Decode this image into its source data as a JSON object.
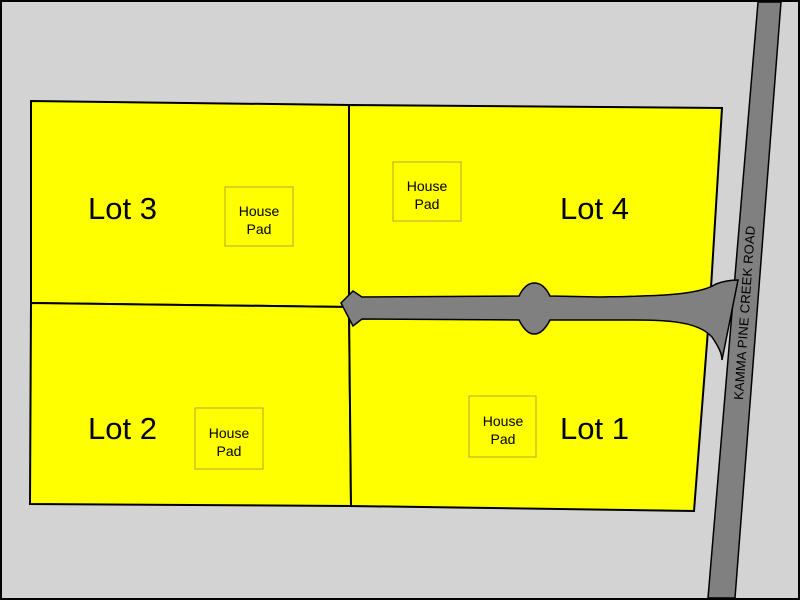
{
  "colors": {
    "background": "#d3d3d3",
    "lot_fill": "#ffff00",
    "road": "#808080",
    "outline": "#000000",
    "pad_border": "#b5a830"
  },
  "lots": [
    {
      "id": "lot-1",
      "label": "Lot 1"
    },
    {
      "id": "lot-2",
      "label": "Lot 2"
    },
    {
      "id": "lot-3",
      "label": "Lot 3"
    },
    {
      "id": "lot-4",
      "label": "Lot 4"
    }
  ],
  "house_pad": {
    "line1": "House",
    "line2": "Pad"
  },
  "road": {
    "name": "KAMMA PINE CREEK ROAD"
  }
}
